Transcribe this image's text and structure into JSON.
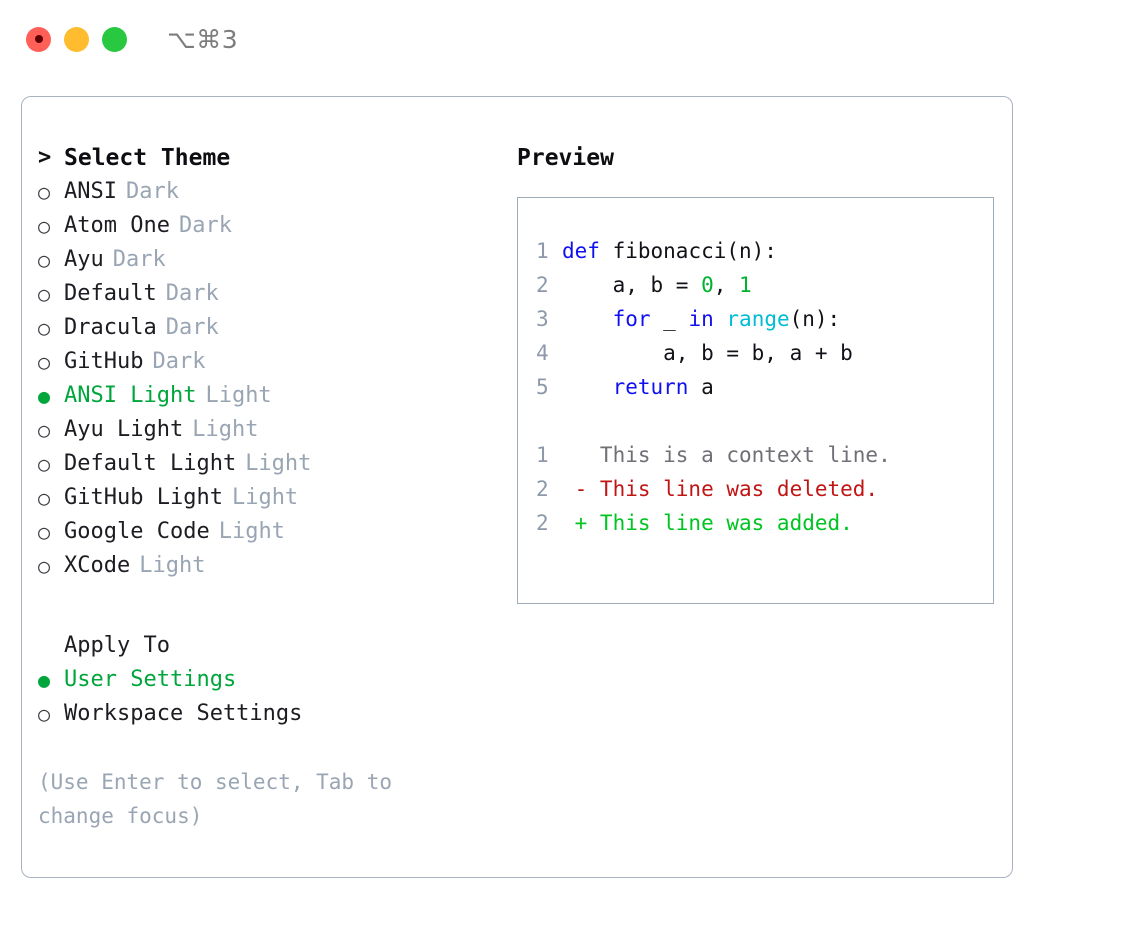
{
  "window": {
    "title": "⌥⌘3",
    "traffic_lights": [
      "close-red",
      "minimize-yellow",
      "maximize-green"
    ]
  },
  "theme_picker": {
    "header": "Select Theme",
    "caret": ">",
    "bullet_selected": "●",
    "bullet_unselected": "○",
    "items": [
      {
        "name": "ANSI",
        "tag": "Dark",
        "selected": false
      },
      {
        "name": "Atom One",
        "tag": "Dark",
        "selected": false
      },
      {
        "name": "Ayu",
        "tag": "Dark",
        "selected": false
      },
      {
        "name": "Default",
        "tag": "Dark",
        "selected": false
      },
      {
        "name": "Dracula",
        "tag": "Dark",
        "selected": false
      },
      {
        "name": "GitHub",
        "tag": "Dark",
        "selected": false
      },
      {
        "name": "ANSI Light",
        "tag": "Light",
        "selected": true
      },
      {
        "name": "Ayu Light",
        "tag": "Light",
        "selected": false
      },
      {
        "name": "Default Light",
        "tag": "Light",
        "selected": false
      },
      {
        "name": "GitHub Light",
        "tag": "Light",
        "selected": false
      },
      {
        "name": "Google Code",
        "tag": "Light",
        "selected": false
      },
      {
        "name": "XCode",
        "tag": "Light",
        "selected": false
      }
    ]
  },
  "apply_to": {
    "header": "Apply To",
    "options": [
      {
        "label": "User Settings",
        "selected": true
      },
      {
        "label": "Workspace Settings",
        "selected": false
      }
    ]
  },
  "hint": "(Use Enter to select, Tab to change focus)",
  "preview": {
    "title": "Preview",
    "code_lines": [
      {
        "num": "1",
        "tokens": [
          {
            "t": "def",
            "c": "kw"
          },
          {
            "t": " fibonacci(n):",
            "c": "txt"
          }
        ]
      },
      {
        "num": "2",
        "tokens": [
          {
            "t": "    a, b = ",
            "c": "txt"
          },
          {
            "t": "0",
            "c": "num"
          },
          {
            "t": ", ",
            "c": "txt"
          },
          {
            "t": "1",
            "c": "num"
          }
        ]
      },
      {
        "num": "3",
        "tokens": [
          {
            "t": "    ",
            "c": "txt"
          },
          {
            "t": "for",
            "c": "kw"
          },
          {
            "t": " _ ",
            "c": "txt"
          },
          {
            "t": "in",
            "c": "kw"
          },
          {
            "t": " ",
            "c": "txt"
          },
          {
            "t": "range",
            "c": "fn"
          },
          {
            "t": "(n):",
            "c": "txt"
          }
        ]
      },
      {
        "num": "4",
        "tokens": [
          {
            "t": "        a, b = b, a + b",
            "c": "txt"
          }
        ]
      },
      {
        "num": "5",
        "tokens": [
          {
            "t": "    ",
            "c": "txt"
          },
          {
            "t": "return",
            "c": "kw"
          },
          {
            "t": " a",
            "c": "txt"
          }
        ]
      }
    ],
    "diff_lines": [
      {
        "num": "1",
        "marker": "  ",
        "text": "This is a context line.",
        "kind": "ctx"
      },
      {
        "num": "2",
        "marker": "- ",
        "text": "This line was deleted.",
        "kind": "del"
      },
      {
        "num": "2",
        "marker": "+ ",
        "text": "This line was added.",
        "kind": "add"
      }
    ]
  },
  "colors": {
    "accent_green": "#00a63c",
    "keyword_blue": "#1010f0",
    "function_cyan": "#00bcd4",
    "number_green": "#00b22d",
    "diff_deleted": "#c01515",
    "diff_added": "#00c421",
    "muted_gray": "#9aa5b4",
    "border": "#a9b3c0"
  }
}
